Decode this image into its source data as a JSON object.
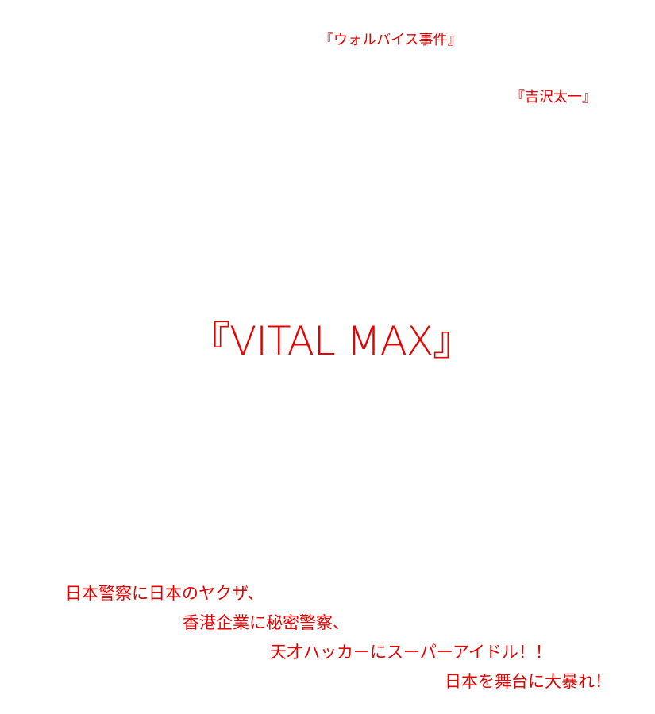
{
  "header": {
    "series": "『ウォルバイス事件』",
    "author": "『吉沢太一』"
  },
  "main": {
    "title": "『VITAL MAX』"
  },
  "tagline": {
    "lines": [
      "日本警察に日本のヤクザ、",
      "香港企業に秘密警察、",
      "天才ハッカーにスーパーアイドル！！",
      "日本を舞台に大暴れ！"
    ]
  },
  "colors": {
    "text": "#e60000",
    "background": "#ffffff"
  }
}
